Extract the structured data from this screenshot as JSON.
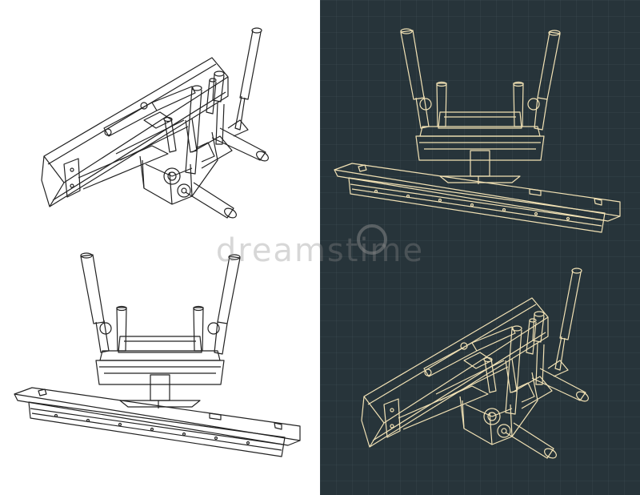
{
  "watermark": {
    "text": "dreamstime"
  },
  "colors": {
    "light_bg": "#ffffff",
    "dark_bg": "#27343a",
    "light_line": "#222222",
    "dark_line": "#f2e2b5",
    "grid": "#3a4a51"
  },
  "views": [
    {
      "id": "isometric-light",
      "theme": "light"
    },
    {
      "id": "front-light",
      "theme": "light"
    },
    {
      "id": "front-dark",
      "theme": "dark"
    },
    {
      "id": "isometric-dark",
      "theme": "dark"
    }
  ]
}
